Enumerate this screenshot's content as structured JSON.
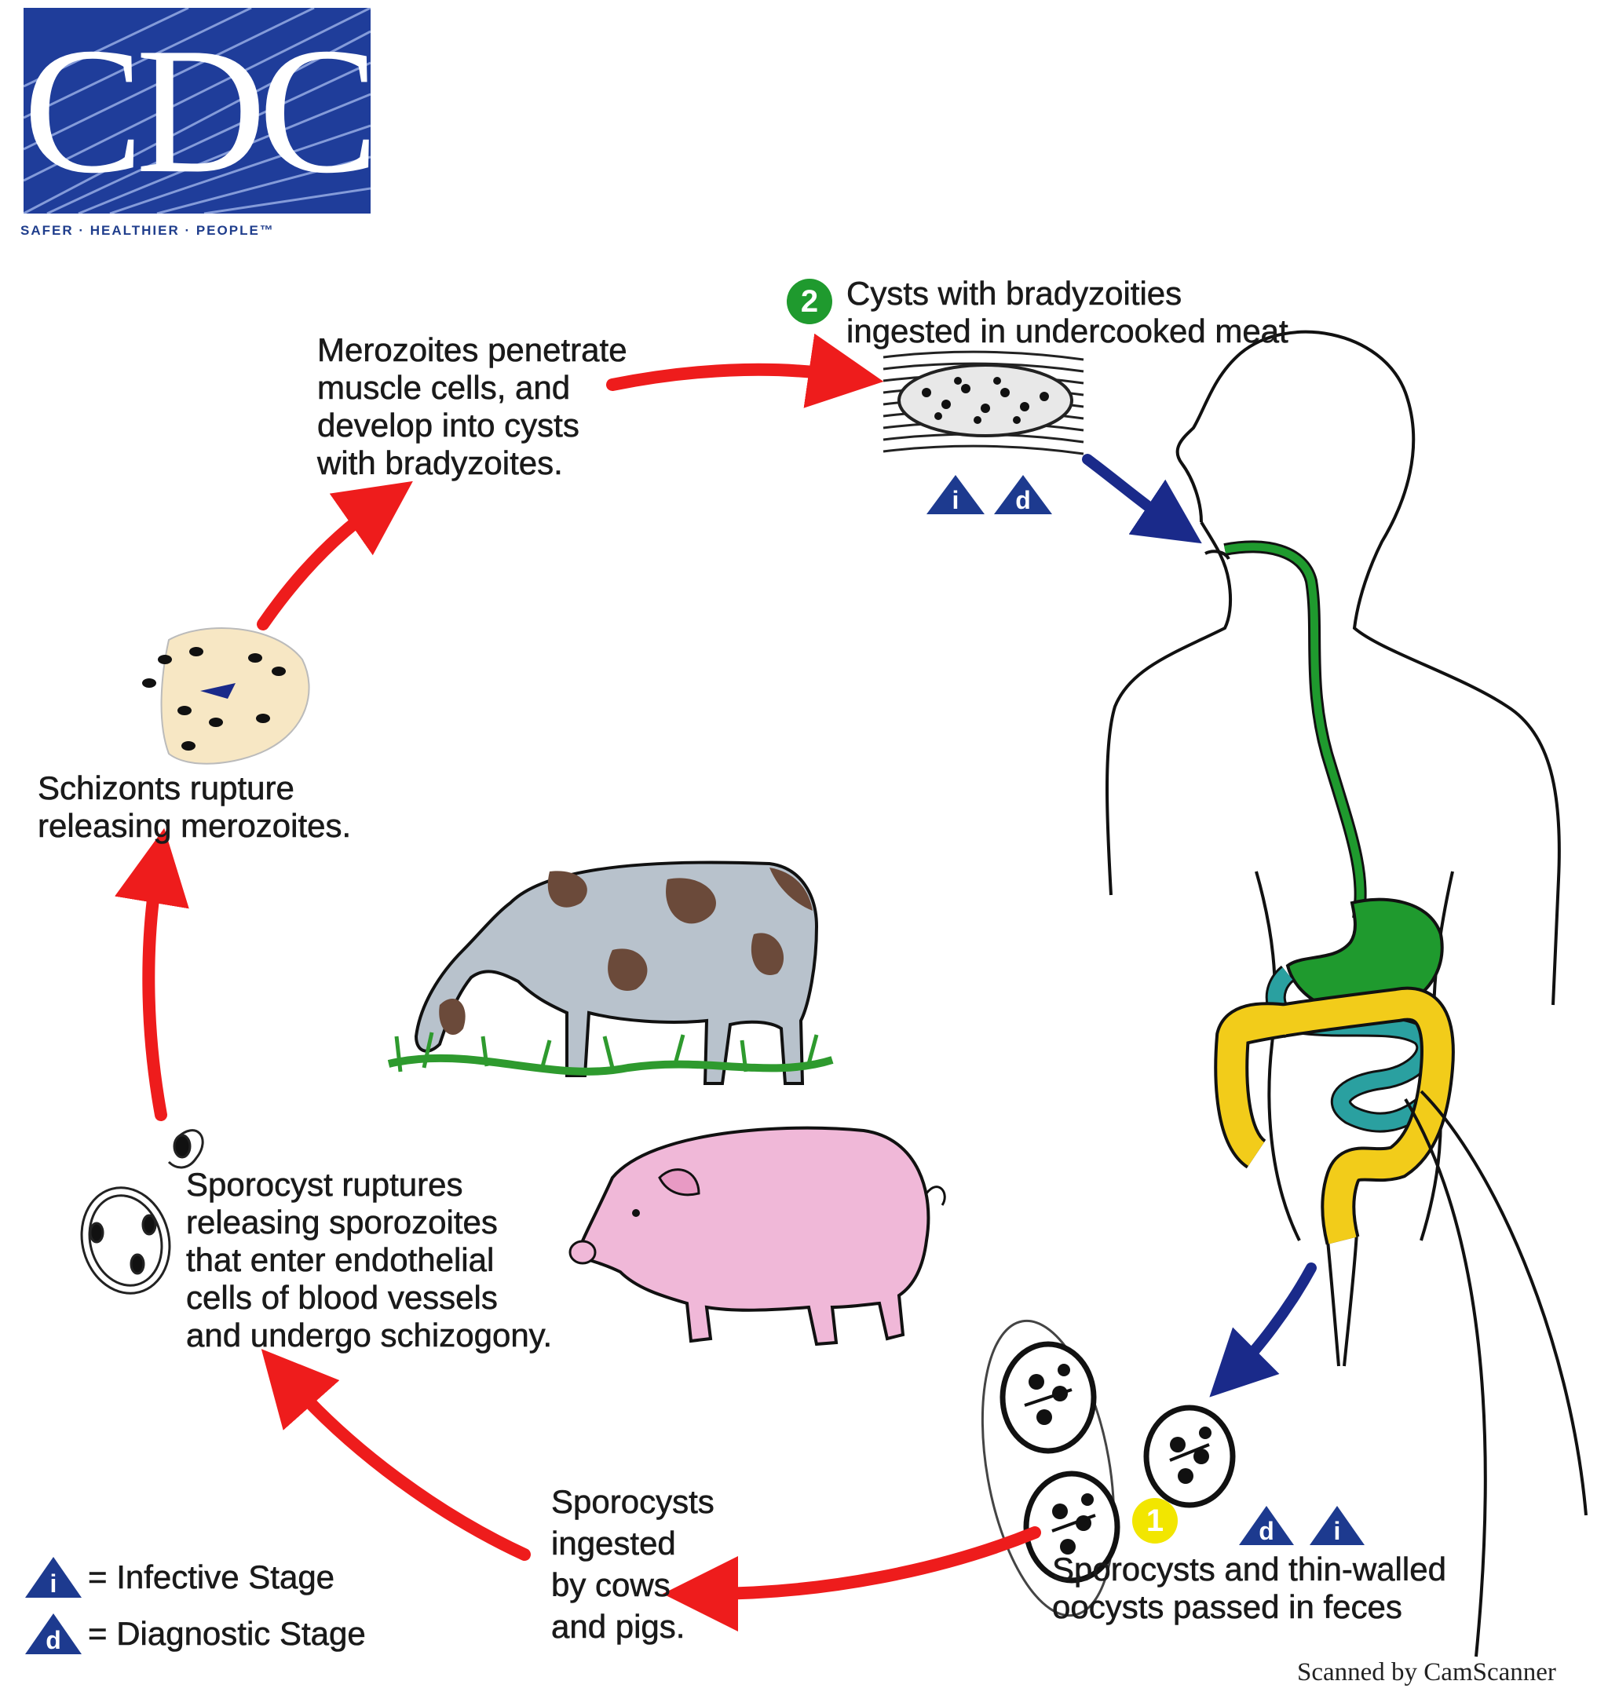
{
  "logo": {
    "text": "CDC",
    "tagline": "SAFER · HEALTHIER · PEOPLE™"
  },
  "steps": {
    "step2": {
      "number": "2",
      "color": "#1f9a2e",
      "lines": [
        "Cysts with bradyzoities",
        "ingested in undercooked meat"
      ]
    },
    "step1": {
      "number": "1",
      "color": "#f2e600",
      "lines": [
        "Sporocysts and thin-walled",
        "oocysts passed in feces"
      ]
    }
  },
  "labels": {
    "merozoites": [
      "Merozoites penetrate",
      "muscle cells, and",
      "develop into cysts",
      "with bradyzoites."
    ],
    "schizonts": [
      "Schizonts rupture",
      "releasing merozoites."
    ],
    "sporocyst_ruptures": [
      "Sporocyst ruptures",
      "releasing sporozoites",
      "that enter endothelial",
      "cells of blood vessels",
      "and undergo schizogony."
    ],
    "sporocysts_ingested": [
      "Sporocysts",
      "ingested",
      "by cows",
      "and pigs."
    ]
  },
  "badges": {
    "infective": "i",
    "diagnostic": "d"
  },
  "legend": {
    "infective": "= Infective Stage",
    "diagnostic": "= Diagnostic Stage"
  },
  "footer": "Scanned by CamScanner",
  "colors": {
    "red_arrow": "#ee1c1c",
    "blue_arrow": "#1a2a8a",
    "badge": "#1d3a8f",
    "gut_green": "#1f9a2e",
    "gut_yellow": "#f2cc1a",
    "gut_teal": "#2aa0a0",
    "pig": "#f0b8d8",
    "cow_body": "#b8c2cc",
    "cow_spots": "#6b4a3a",
    "grass": "#2e9a2e",
    "cell": "#f7e7c4"
  }
}
